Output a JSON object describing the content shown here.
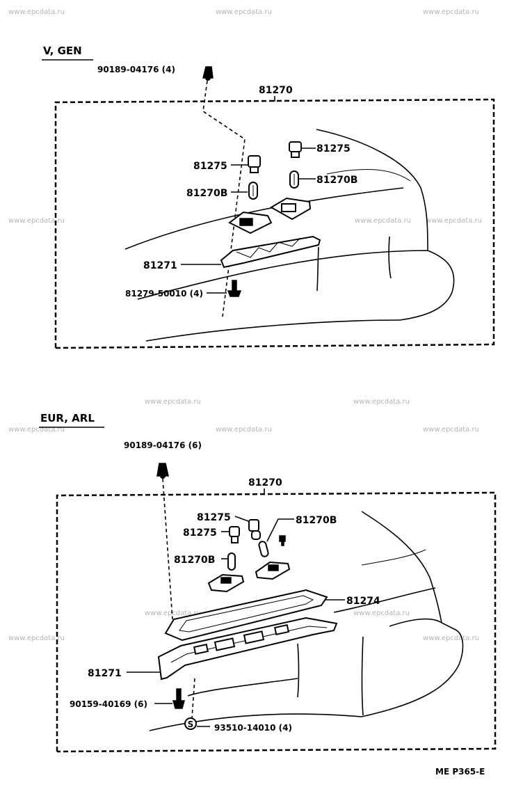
{
  "watermark": "www.epcdata.ru",
  "sections": [
    {
      "title": "V, GEN",
      "labels": {
        "clip": "90189-04176 (4)",
        "assembly": "81270",
        "socket_left": "81275",
        "socket_right": "81275",
        "bulb_left": "81270B",
        "bulb_right": "81270B",
        "housing": "81271",
        "screw": "81279-50010 (4)"
      }
    },
    {
      "title": "EUR, ARL",
      "labels": {
        "clip": "90189-04176 (6)",
        "assembly": "81270",
        "socket_1": "81275",
        "socket_2": "81275",
        "bulb_right": "81270B",
        "bulb_left": "81270B",
        "lens": "81274",
        "housing": "81271",
        "screw": "90159-40169 (6)",
        "nut": "93510-14010 (4)",
        "nut_symbol": "S"
      }
    }
  ],
  "page_code": "ME P365-E"
}
